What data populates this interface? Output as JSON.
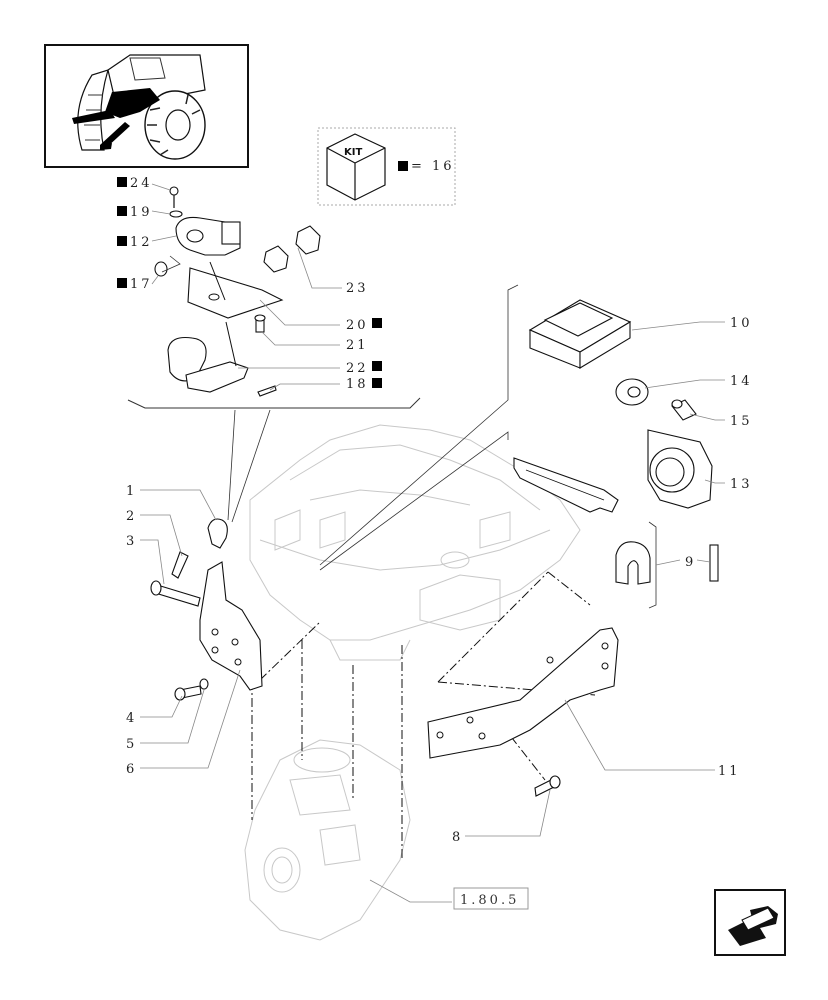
{
  "kit": {
    "box_label": "KIT",
    "legend_text": "= 16"
  },
  "callouts": {
    "c24": "24",
    "c19": "19",
    "c12": "12",
    "c17": "17",
    "c23": "23",
    "c20": "20",
    "c21": "21",
    "c22": "22",
    "c18": "18",
    "c10": "10",
    "c14": "14",
    "c15": "15",
    "c13": "13",
    "c9": "9",
    "c11": "11",
    "c8": "8",
    "c1": "1",
    "c2": "2",
    "c3": "3",
    "c4": "4",
    "c5": "5",
    "c6": "6"
  },
  "reference": {
    "section": "1.80.5"
  },
  "icons": {
    "thumbnail": "tractor-front-thumbnail-icon",
    "kit": "kit-box-icon",
    "navigation": "arrow-back-icon"
  }
}
